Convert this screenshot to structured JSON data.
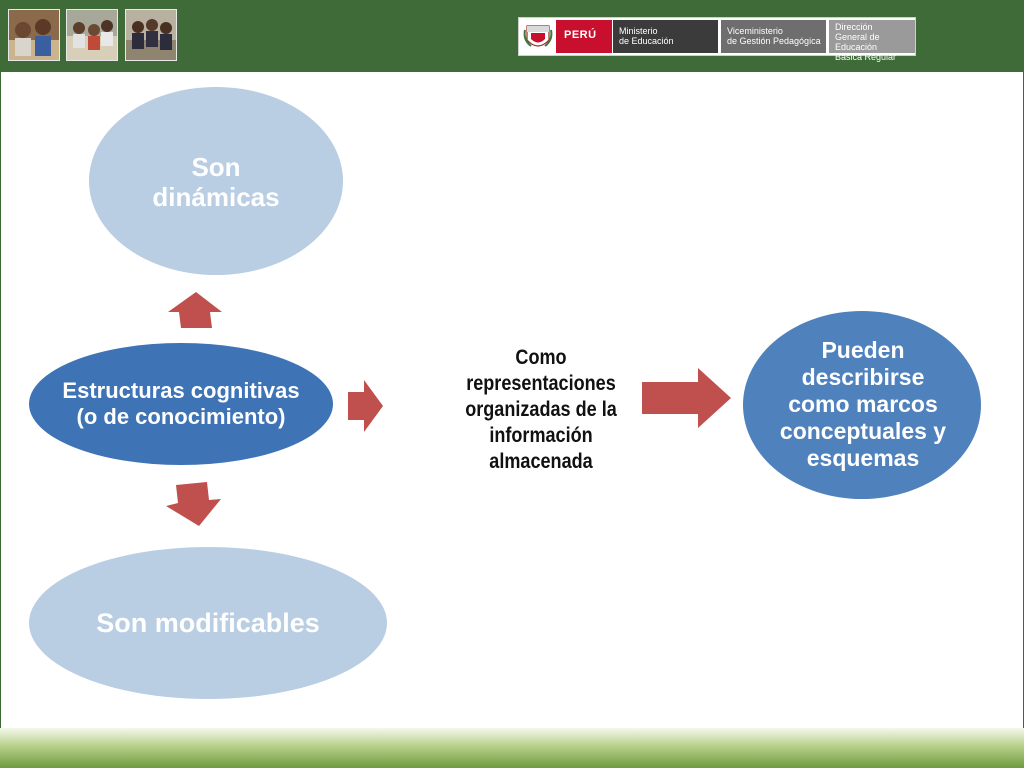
{
  "header": {
    "logo": {
      "peru": "PERÚ",
      "ministry": [
        "Ministerio",
        "de Educación"
      ],
      "vice": [
        "Viceministerio",
        "de Gestión Pedagógica"
      ],
      "direction": [
        "Dirección",
        "General de Educación",
        "Básica Regular"
      ]
    }
  },
  "diagram": {
    "top_node": "Son dinámicas",
    "main_node": "Estructuras cognitivas (o de conocimiento)",
    "bottom_node": "Son modificables",
    "center_text": "Como representaciones organizadas de la información almacenada",
    "right_node": "Pueden describirse como marcos conceptuales y  esquemas"
  },
  "colors": {
    "header": "#3e6b38",
    "light_ellipse": "#b9cde3",
    "dark_ellipse": "#4f81bd",
    "arrow": "#c0504d"
  }
}
